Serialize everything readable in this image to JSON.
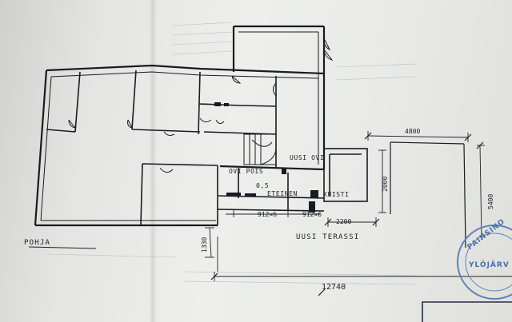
{
  "labels": {
    "pohja": "POHJA",
    "eteinen": "ETEINEN",
    "kuisti": "KUISTI",
    "uusi_ovi": "UUSI OVI",
    "ovi_pois": "OVI POIS",
    "uusi_terassi": "UUSI TERASSI",
    "area_mark": "0,5",
    "window_left": "912×6",
    "window_right": "912×6"
  },
  "dimensions": {
    "top_width": "4800",
    "right_height": "5400",
    "kuisti_height": "2000",
    "terrace_width": "2200",
    "left_height": "1330",
    "total_width": "12740"
  },
  "stamp": {
    "line1": "PAINSINO",
    "line2": "YLÖJÄRV"
  },
  "colors": {
    "ink": "#1e1e24",
    "stamp": "#4a6fa8"
  }
}
